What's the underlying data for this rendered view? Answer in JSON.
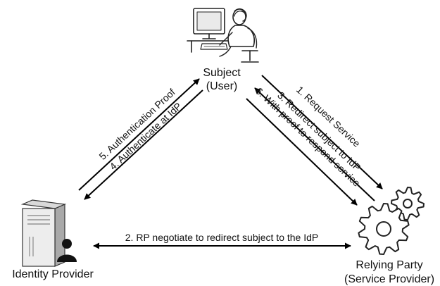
{
  "nodes": {
    "subject": {
      "name": "Subject",
      "sub": "(User)",
      "icon": "user-at-computer-icon"
    },
    "idp": {
      "name": "Identity Provider",
      "icon": "server-user-icon"
    },
    "rp": {
      "name": "Relying Party",
      "sub": "(Service Provider)",
      "icon": "gears-icon"
    }
  },
  "edges": {
    "e1": "1. Request Service",
    "e2": "2. RP negotiate to redirect subject to the IdP",
    "e3": "3. Redirect subject to IdP",
    "e4": "4. Authenticate at IdP",
    "e5": "5. Authentication Proof",
    "e6": "6. With proof to respond service"
  }
}
